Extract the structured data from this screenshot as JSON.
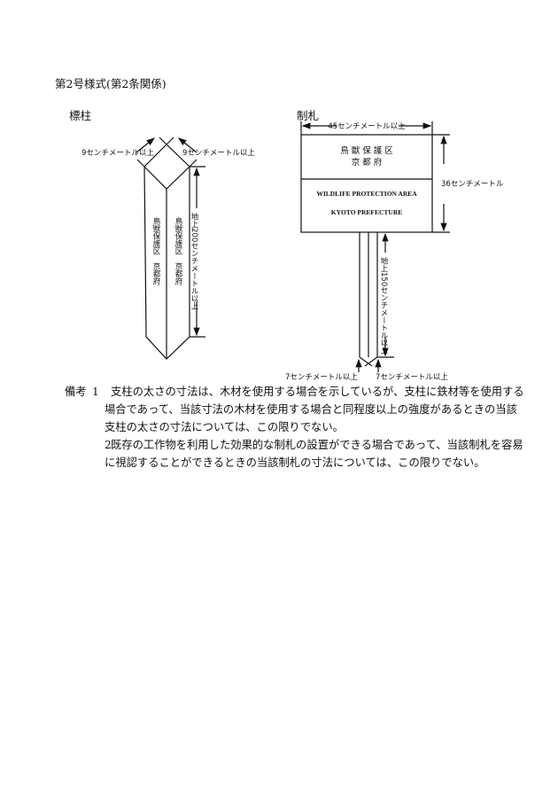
{
  "title": "第2号様式(第2条関係)",
  "pillar": {
    "heading": "標柱",
    "width_label_left": "9センチメートル以上",
    "width_label_right": "9センチメートル以上",
    "height_label": "地上200センチメートル以上",
    "face_text_1": "鳥獣保護区　京都府",
    "face_text_2": "鳥獣保護区　京都府"
  },
  "sign": {
    "heading": "制札",
    "width_label": "45センチメートル以上",
    "height_label": "36センチメートル",
    "line_ja_1": "鳥 獣 保 護 区",
    "line_ja_2": "京 都 府",
    "line_en_1": "WILDLIFE PROTECTION AREA",
    "line_en_2": "KYOTO PREFECTURE",
    "post_height_label": "地上150センチメートル以上",
    "post_width_left": "7センチメートル以上",
    "post_width_right": "7センチメートル以上"
  },
  "notes": {
    "label": "備考",
    "items": [
      {
        "num": "1",
        "lines": [
          "支柱の太さの寸法は、木材を使用する場合を示しているが、支柱に鉄材等を使用する",
          "場合であって、当該寸法の木材を使用する場合と同程度以上の強度があるときの当該",
          "支柱の太さの寸法については、この限りでない。"
        ]
      },
      {
        "num": "2",
        "lines": [
          "既存の工作物を利用した効果的な制札の設置ができる場合であって、当該制札を容易",
          "に視認することができるときの当該制札の寸法については、この限りでない。"
        ]
      }
    ]
  }
}
